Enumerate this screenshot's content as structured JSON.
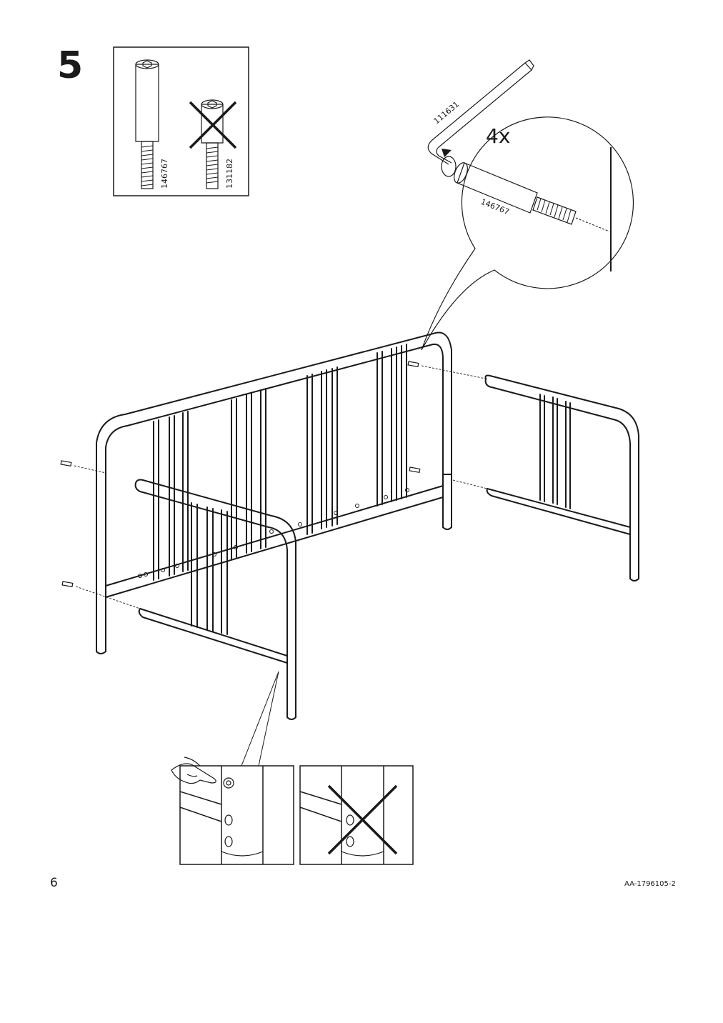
{
  "step": {
    "number": "5"
  },
  "parts_box": {
    "correct_part": "146767",
    "wrong_part": "131182"
  },
  "callout_top": {
    "tool_id": "111631",
    "quantity": "4x",
    "part_id": "146767"
  },
  "footer": {
    "page_number": "6",
    "doc_code": "AA-1796105-2"
  }
}
